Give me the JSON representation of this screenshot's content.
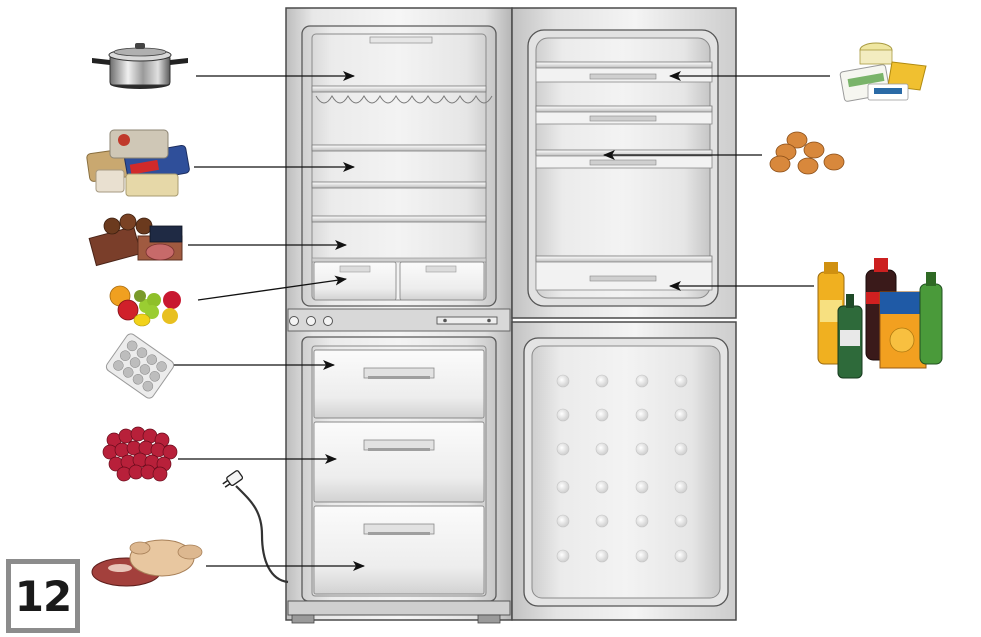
{
  "page_number": "12",
  "colors": {
    "outline": "#4a4a4a",
    "cabinet_light": "#f2f2f2",
    "cabinet_mid": "#d6d6d6",
    "cabinet_dark": "#a8a8a8",
    "arrow": "#111111"
  },
  "food_items": [
    {
      "id": "cooking-pot",
      "target": "top-shelf"
    },
    {
      "id": "packaged-deli",
      "target": "middle-shelf"
    },
    {
      "id": "cooked-meats",
      "target": "lower-shelf"
    },
    {
      "id": "fruit",
      "target": "crisper-drawer"
    },
    {
      "id": "frozen-bag",
      "target": "freezer-drawer-1"
    },
    {
      "id": "frozen-berries",
      "target": "freezer-drawer-2"
    },
    {
      "id": "raw-meat-poultry",
      "target": "freezer-drawer-3"
    },
    {
      "id": "dairy-cheese",
      "target": "door-shelf-top"
    },
    {
      "id": "eggs",
      "target": "door-shelf-egg"
    },
    {
      "id": "bottles-and-cartons",
      "target": "door-shelf-bottom"
    }
  ]
}
